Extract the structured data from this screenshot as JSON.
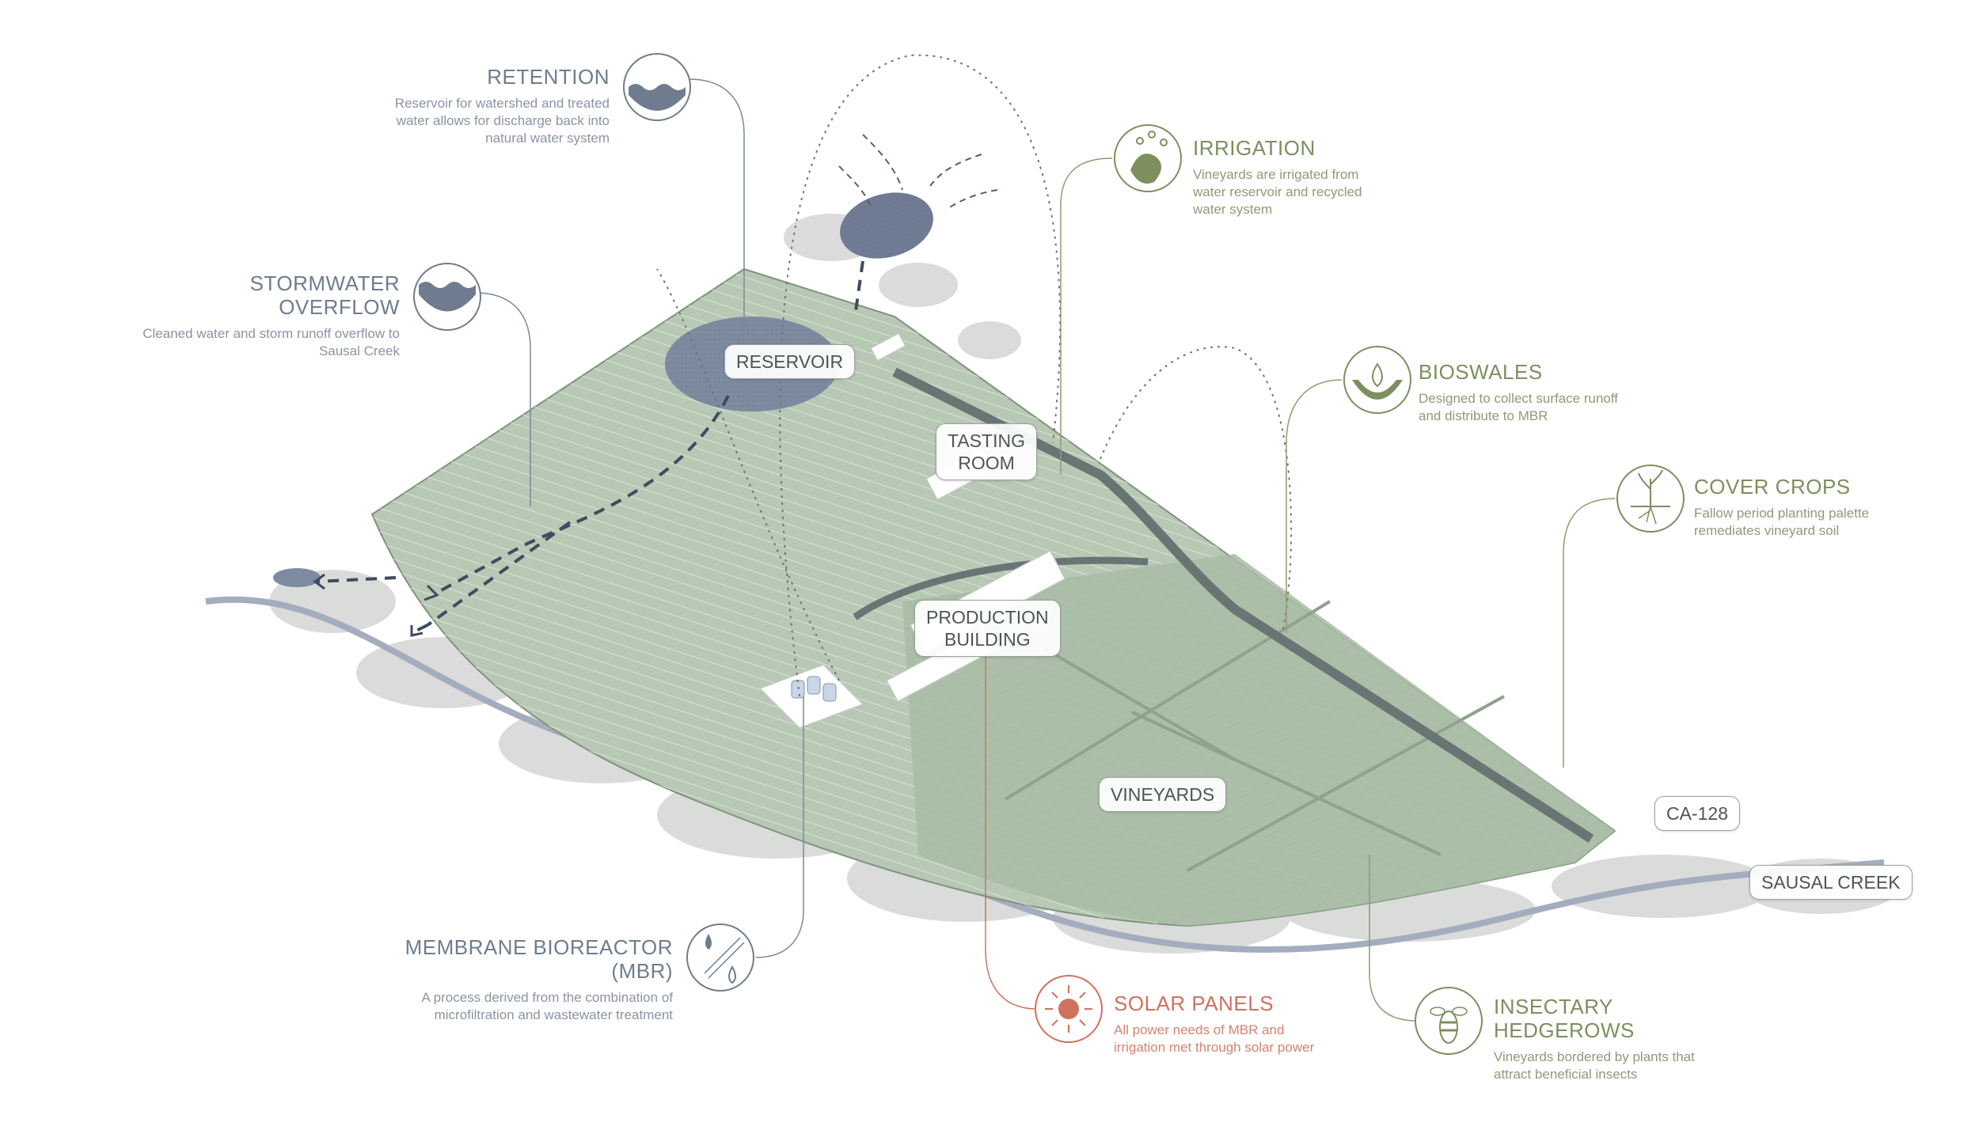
{
  "callouts": {
    "retention": {
      "title": "RETENTION",
      "desc": "Reservoir for watershed and treated water allows for discharge back into natural water system"
    },
    "stormwater": {
      "title": "STORMWATER OVERFLOW",
      "desc": "Cleaned water and storm runoff overflow to Sausal Creek"
    },
    "irrigation": {
      "title": "IRRIGATION",
      "desc": "Vineyards are irrigated from water reservoir and recycled water system"
    },
    "bioswales": {
      "title": "BIOSWALES",
      "desc": "Designed to collect surface runoff and distribute to MBR"
    },
    "cover_crops": {
      "title": "COVER CROPS",
      "desc": "Fallow period planting palette remediates vineyard soil"
    },
    "mbr": {
      "title": "MEMBRANE BIOREACTOR (MBR)",
      "desc": "A process derived from the combination of microfiltration and wastewater treatment"
    },
    "solar": {
      "title": "SOLAR PANELS",
      "desc": "All power needs of MBR and irrigation met through solar power"
    },
    "hedgerows": {
      "title": "INSECTARY HEDGEROWS",
      "desc": "Vineyards bordered by plants that attract beneficial insects"
    }
  },
  "labels": {
    "reservoir": "RESERVOIR",
    "tasting_line1": "TASTING",
    "tasting_line2": "ROOM",
    "production_line1": "PRODUCTION",
    "production_line2": "BUILDING",
    "vineyards": "VINEYARDS",
    "ca128": "CA-128",
    "sausal": "SAUSAL CREEK"
  },
  "icons": {
    "retention": "water-waves-icon",
    "stormwater": "water-waves-icon",
    "irrigation": "drops-leaf-icon",
    "bioswales": "swale-drop-icon",
    "cover_crops": "sprout-roots-icon",
    "mbr": "filter-drops-icon",
    "solar": "sun-icon",
    "hedgerows": "bee-icon"
  },
  "colors": {
    "blue": "#6f7c8f",
    "green": "#7d8f5e",
    "red": "#d0715e",
    "land": "#b9c9b6",
    "water": "#7d8aa0"
  }
}
